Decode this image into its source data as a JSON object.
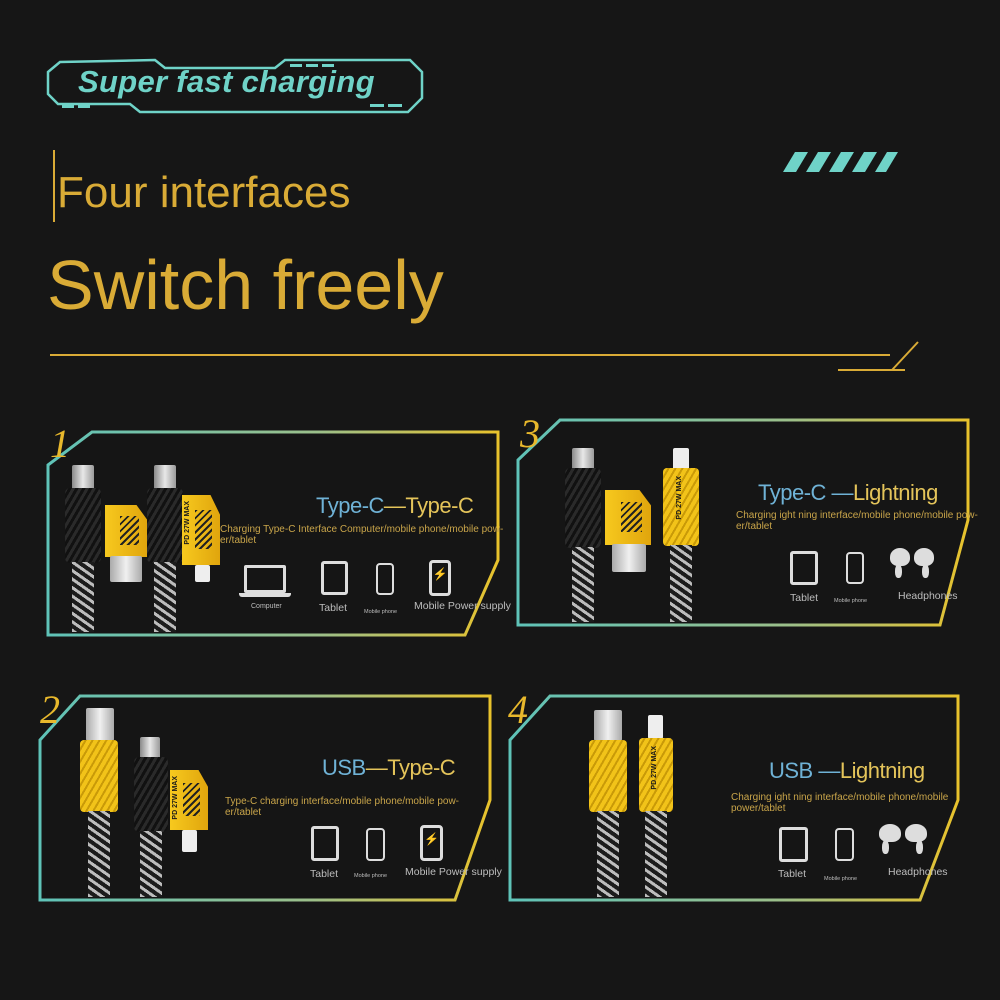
{
  "header": {
    "badge": "Super fast charging",
    "line1": "Four interfaces",
    "line2": "Switch freely"
  },
  "colors": {
    "background": "#161616",
    "accent_yellow": "#d9ab36",
    "accent_teal": "#6fd3c8"
  },
  "panels": [
    {
      "number": "1",
      "title_left": "Type-C",
      "title_right": "—Type-C",
      "description": "Charging Type-C Interface Computer/mobile phone/mobile pow-er/tablet",
      "devices": [
        {
          "icon": "laptop-icon",
          "label": "Computer"
        },
        {
          "icon": "tablet-icon",
          "label": "Tablet"
        },
        {
          "icon": "phone-icon",
          "label": "Mobile phone"
        },
        {
          "icon": "power-bank-icon",
          "label": "Mobile Power supply"
        }
      ]
    },
    {
      "number": "2",
      "title_left": "USB",
      "title_right": "—Type-C",
      "description": "Type-C charging interface/mobile phone/mobile pow-er/tablet",
      "devices": [
        {
          "icon": "tablet-icon",
          "label": "Tablet"
        },
        {
          "icon": "phone-icon",
          "label": "Mobile phone"
        },
        {
          "icon": "power-bank-icon",
          "label": "Mobile Power supply"
        }
      ]
    },
    {
      "number": "3",
      "title_left": "Type-C —",
      "title_right": "Lightning",
      "description": "Charging ight ning interface/mobile phone/mobile pow-er/tablet",
      "devices": [
        {
          "icon": "tablet-icon",
          "label": "Tablet"
        },
        {
          "icon": "phone-icon",
          "label": "Mobile phone"
        },
        {
          "icon": "earbuds-icon",
          "label": "Headphones"
        }
      ]
    },
    {
      "number": "4",
      "title_left": "USB —",
      "title_right": "Lightning",
      "description": "Charging ight ning interface/mobile phone/mobile power/tablet",
      "devices": [
        {
          "icon": "tablet-icon",
          "label": "Tablet"
        },
        {
          "icon": "phone-icon",
          "label": "Mobile phone"
        },
        {
          "icon": "earbuds-icon",
          "label": "Headphones"
        }
      ]
    }
  ],
  "product_label": "PD 27W MAX"
}
